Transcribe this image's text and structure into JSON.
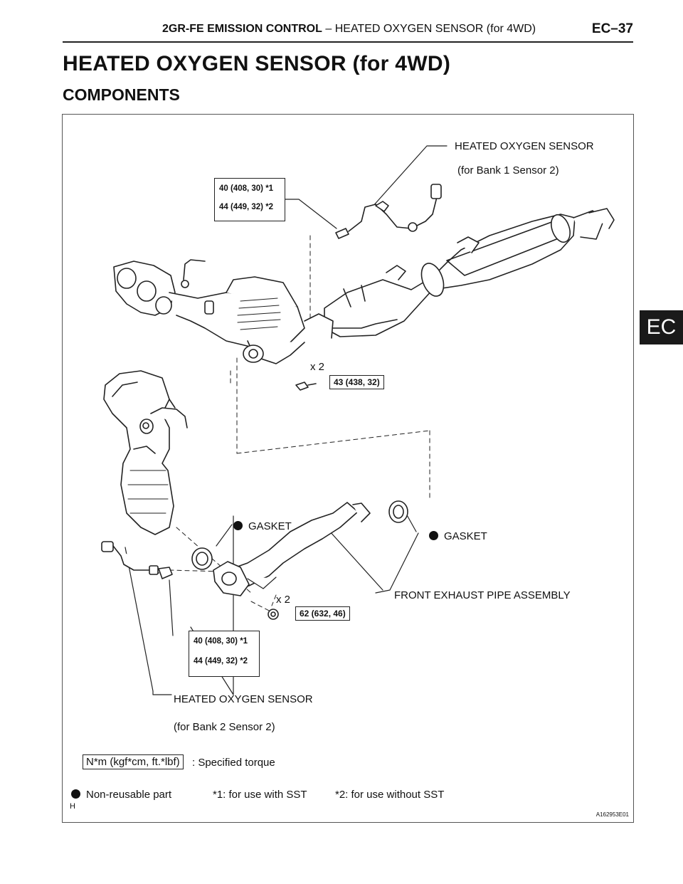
{
  "header": {
    "section": "2GR-FE EMISSION CONTROL",
    "separator": "–",
    "subsection": "HEATED OXYGEN SENSOR (for 4WD)",
    "page": "EC–37"
  },
  "title": "HEATED OXYGEN SENSOR (for 4WD)",
  "subtitle": "COMPONENTS",
  "side_tab": "EC",
  "figure": {
    "labels": {
      "sensor_b1_line1": "HEATED OXYGEN SENSOR",
      "sensor_b1_line2": "(for Bank 1 Sensor 2)",
      "sensor_b2_line1": "HEATED OXYGEN SENSOR",
      "sensor_b2_line2": "(for Bank 2 Sensor 2)",
      "gasket_left": "GASKET",
      "gasket_right": "GASKET",
      "front_pipe": "FRONT EXHAUST PIPE ASSEMBLY",
      "qty_upper": "x 2",
      "qty_lower": "x 2"
    },
    "torques": {
      "sensor_b1_a": "40 (408, 30) *1",
      "sensor_b1_b": "44 (449, 32) *2",
      "sensor_b2_a": "40 (408, 30) *1",
      "sensor_b2_b": "44 (449, 32) *2",
      "bolt_upper": "43 (438, 32)",
      "nut_lower": "62 (632, 46)"
    },
    "legend": {
      "unit_box": "N*m (kgf*cm, ft.*lbf)",
      "unit_desc": ": Specified torque",
      "nonreusable": "Non-reusable part",
      "note1": "*1: for use with SST",
      "note2": "*2: for use without SST"
    },
    "corner_letter": "H",
    "figure_id": "A162953E01"
  }
}
